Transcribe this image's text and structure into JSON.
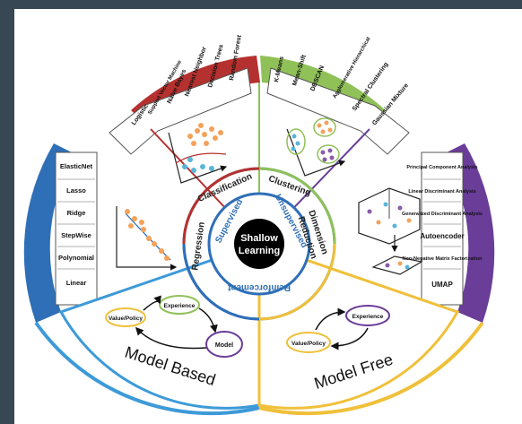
{
  "center": {
    "line1": "Shallow",
    "line2": "Learning"
  },
  "paradigms": {
    "supervised": "Supervised",
    "unsupervised": "Unsupervised",
    "reinforcement": "Reinforcement"
  },
  "tasks": {
    "classification": "Classification",
    "clustering": "Clustering",
    "regression": "Regression",
    "dimension_reduction_1": "Dimension",
    "dimension_reduction_2": "Reduction"
  },
  "classification_methods": [
    "Logistic",
    "Support Vector Machine",
    "Naïve Bayes",
    "Nearest Neighbor",
    "Decision Trees",
    "Random Forest"
  ],
  "clustering_methods": [
    "K-Means",
    "Mean-Shift",
    "DBSCAN",
    "Agglomerative Hierarchical",
    "Spectral Clustering",
    "Gaussian Mixture"
  ],
  "regression_methods": [
    "ElasticNet",
    "Lasso",
    "Ridge",
    "StepWise",
    "Polynomial",
    "Linear"
  ],
  "dimred_methods": [
    "Principal Component Analysis",
    "Linear Discriminant Analysis",
    "Generalized Discriminant Analysis",
    "Autoencoder",
    "Non-Negative Matrix Factorization",
    "UMAP"
  ],
  "model_based": {
    "label": "Model Based",
    "experience": "Experience",
    "value_policy": "Value/Policy",
    "model": "Model"
  },
  "model_free": {
    "label": "Model Free",
    "experience": "Experience",
    "value_policy": "Value/Policy"
  },
  "colors": {
    "classification": "#b5312f",
    "clustering": "#8fc158",
    "regression": "#2f6fb7",
    "dimred": "#6a3d98",
    "model_based": "#3d9ad8",
    "model_free": "#f0c03a",
    "frame": "#374753"
  }
}
